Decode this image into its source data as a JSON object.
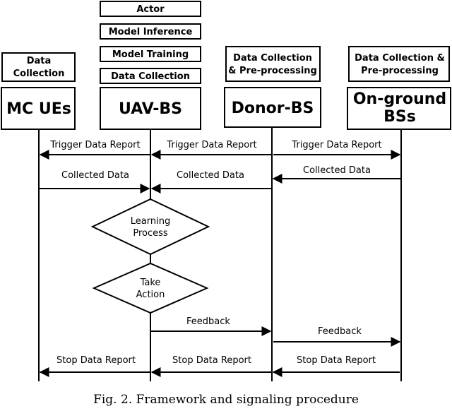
{
  "actors": {
    "mc_ues": {
      "name": "MC UEs",
      "roles": [
        "Data\nCollection"
      ]
    },
    "uav_bs": {
      "name": "UAV-BS",
      "roles": [
        "Actor",
        "Model Inference",
        "Model Training",
        "Data Collection"
      ]
    },
    "donor_bs": {
      "name": "Donor-BS",
      "roles": [
        "Data Collection\n& Pre-processing"
      ]
    },
    "onground_bs": {
      "name": "On-ground\nBSs",
      "roles": [
        "Data Collection &\nPre-processing"
      ]
    }
  },
  "messages": {
    "trigger_1": "Trigger Data Report",
    "trigger_2": "Trigger Data Report",
    "trigger_3": "Trigger Data Report",
    "collected_1": "Collected Data",
    "collected_2": "Collected Data",
    "collected_3": "Collected Data",
    "feedback_1": "Feedback",
    "feedback_2": "Feedback",
    "stop_1": "Stop Data Report",
    "stop_2": "Stop Data Report",
    "stop_3": "Stop Data Report"
  },
  "decisions": {
    "learning": "Learning\nProcess",
    "action": "Take\nAction"
  },
  "caption": "Fig. 2.  Framework and signaling procedure"
}
